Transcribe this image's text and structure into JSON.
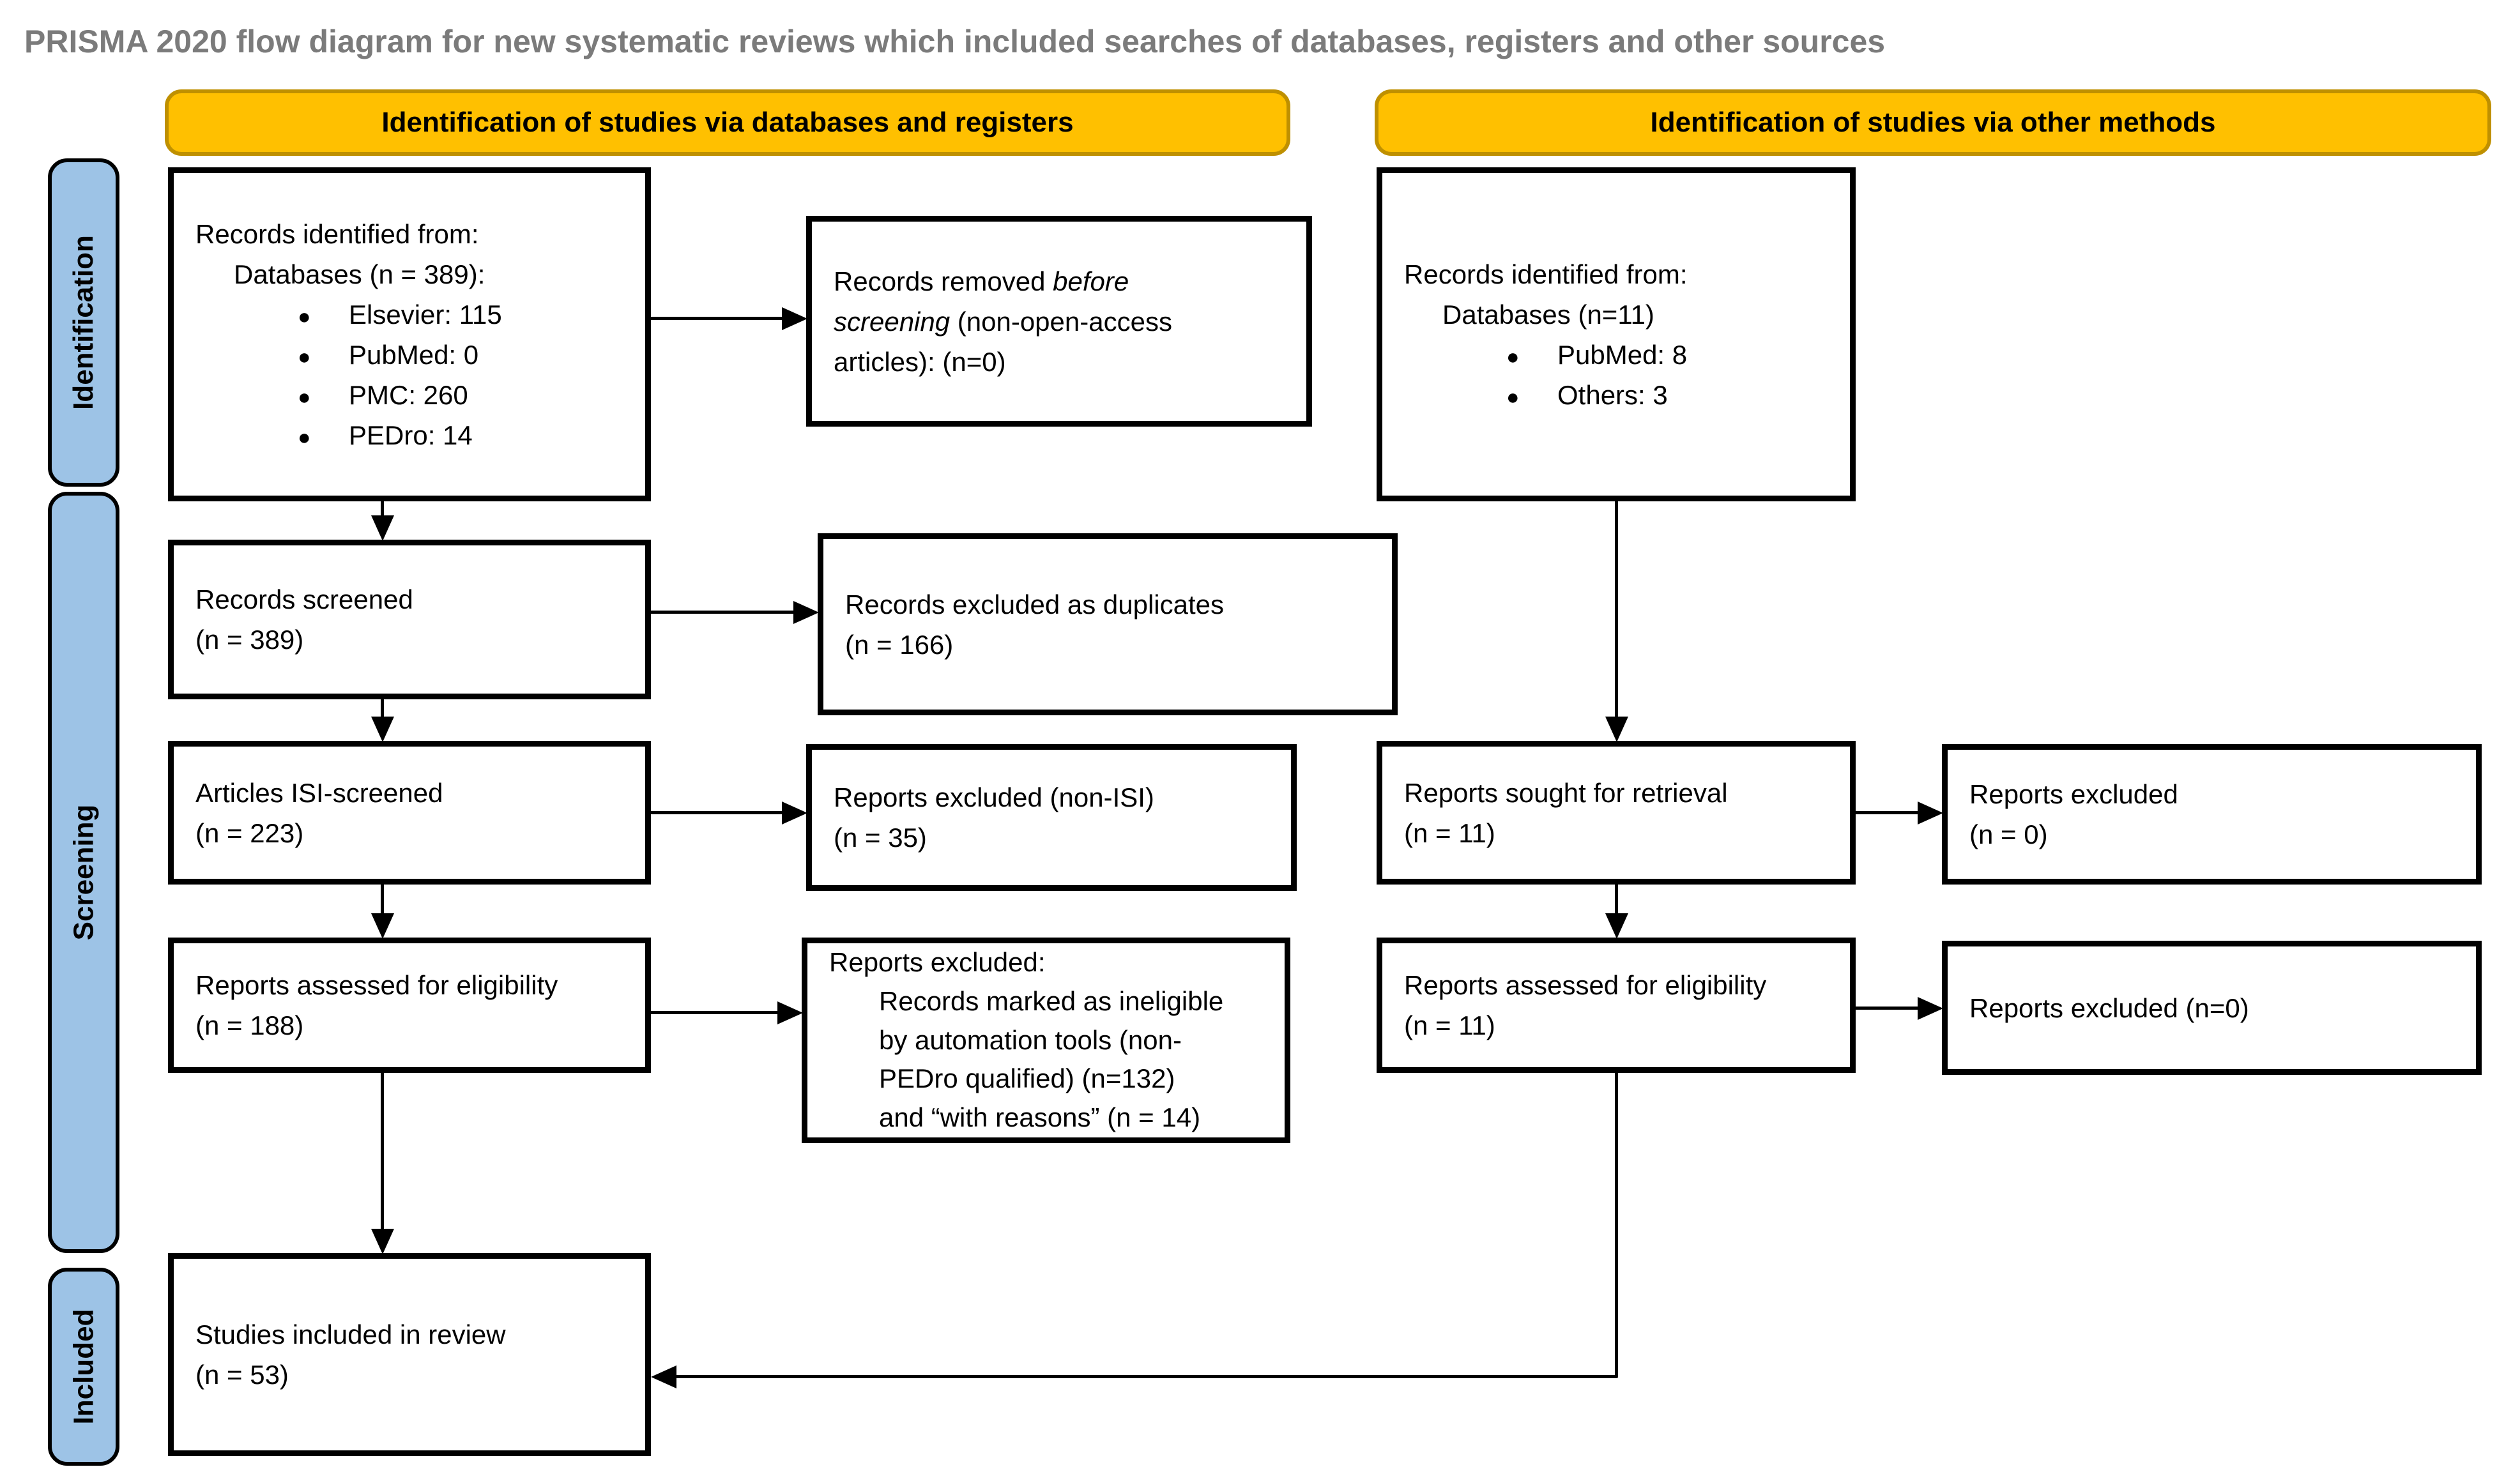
{
  "title": "PRISMA 2020 flow diagram for new systematic reviews which included searches of databases, registers and other sources",
  "headers": {
    "databases_registers": "Identification of studies via databases and registers",
    "other_methods": "Identification of studies via other methods"
  },
  "stages": {
    "identification": "Identification",
    "screening": "Screening",
    "included": "Included"
  },
  "left_flow": {
    "identified": {
      "line1": "Records identified from:",
      "line2": "Databases (n = 389):",
      "bullets": [
        "Elsevier: 115",
        "PubMed: 0",
        "PMC: 260",
        "PEDro: 14"
      ]
    },
    "screened": "Records screened\n(n = 389)",
    "isi_screened": "Articles ISI-screened\n(n = 223)",
    "assessed": "Reports assessed for eligibility\n(n = 188)",
    "included": "Studies included in review\n(n = 53)"
  },
  "left_exclusions": {
    "removed_before_screening": {
      "l1_pre": "Records removed ",
      "l1_italic": "before",
      "l2_italic": "screening",
      "l2_post": " (non-open-access",
      "l3": "articles): (n=0)"
    },
    "duplicates": "Records excluded as duplicates\n(n = 166)",
    "non_isi": "Reports excluded (non-ISI)\n(n = 35)",
    "assessed_excluded": {
      "line1": "Reports excluded:",
      "lines": [
        "Records marked as ineligible",
        "by automation tools (non-",
        "PEDro qualified) (n=132)",
        "and “with reasons” (n = 14)"
      ]
    }
  },
  "right_flow": {
    "identified": {
      "line1": "Records identified from:",
      "line2": "Databases (n=11)",
      "bullets": [
        "PubMed: 8",
        "Others: 3"
      ]
    },
    "sought": "Reports sought for retrieval\n(n = 11)",
    "assessed": "Reports assessed for eligibility\n(n = 11)"
  },
  "right_exclusions": {
    "retrieval_excluded": "Reports excluded\n(n = 0)",
    "eligibility_excluded": "Reports excluded (n=0)"
  },
  "colors": {
    "header_fill": "#FFC000",
    "header_border": "#BF9000",
    "stage_fill": "#9DC3E6",
    "box_border": "#000000",
    "title_text": "#7B7B7B"
  }
}
